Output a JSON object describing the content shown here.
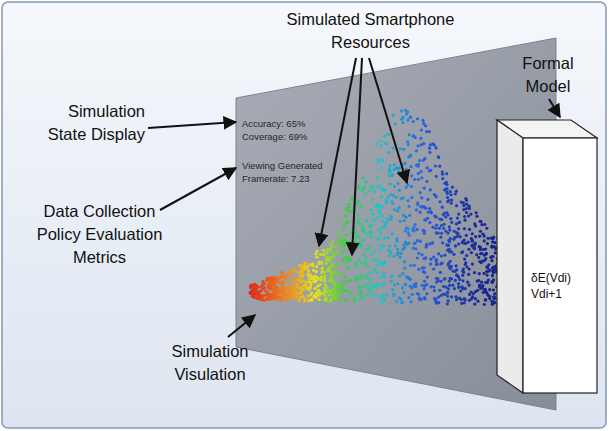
{
  "diagram": {
    "nodes": [
      {
        "text": [
          "Accuracy: 65% Coverage: 69%",
          "Viewing Generated Framerate: 7.23"
        ]
      },
      {
        "text": [
          "δE(Vdi) Vdi+1"
        ]
      }
    ],
    "labels": [
      "Simulated Smartphone Resources",
      "Formal Model",
      "Simulation State Display",
      "Data Collection Policy Evaluation Metrics",
      "Simulation Visulation"
    ]
  }
}
